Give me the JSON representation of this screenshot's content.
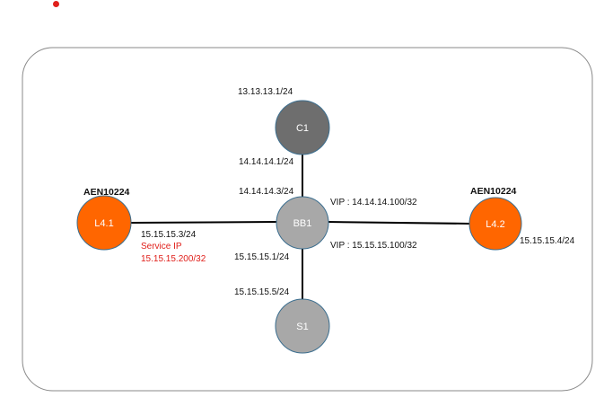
{
  "colors": {
    "frame_border": "#888888",
    "link": "#000000",
    "node_gray_dark": "#6e6e6e",
    "node_gray_light": "#a8a8a8",
    "node_orange": "#ff6600",
    "node_border": "#3b6e8f",
    "highlight_text": "#e0201b"
  },
  "nodes": {
    "c1": "C1",
    "bb1": "BB1",
    "s1": "S1",
    "l41": "L4.1",
    "l42": "L4.2"
  },
  "labels": {
    "c1_top": "13.13.13.1/24",
    "c1_bottom": "14.14.14.1/24",
    "bb1_top": "14.14.14.3/24",
    "vip_upper": "VIP : 14.14.14.100/32",
    "vip_lower": "VIP : 15.15.15.100/32",
    "bb1_bottom": "15.15.15.1/24",
    "s1_top": "15.15.15.5/24",
    "l41_right": "15.15.15.3/24",
    "service_ip_title": "Service IP",
    "service_ip_value": "15.15.15.200/32",
    "l42_right": "15.15.15.4/24",
    "l41_title": "AEN10224",
    "l42_title": "AEN10224"
  }
}
